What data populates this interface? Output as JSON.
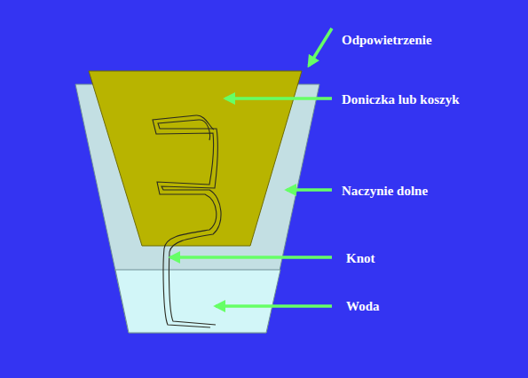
{
  "diagram": {
    "labels": [
      "Odpowietrzenie",
      "Doniczka lub koszyk",
      "Naczynie dolne",
      "Knot",
      "Woda"
    ]
  }
}
